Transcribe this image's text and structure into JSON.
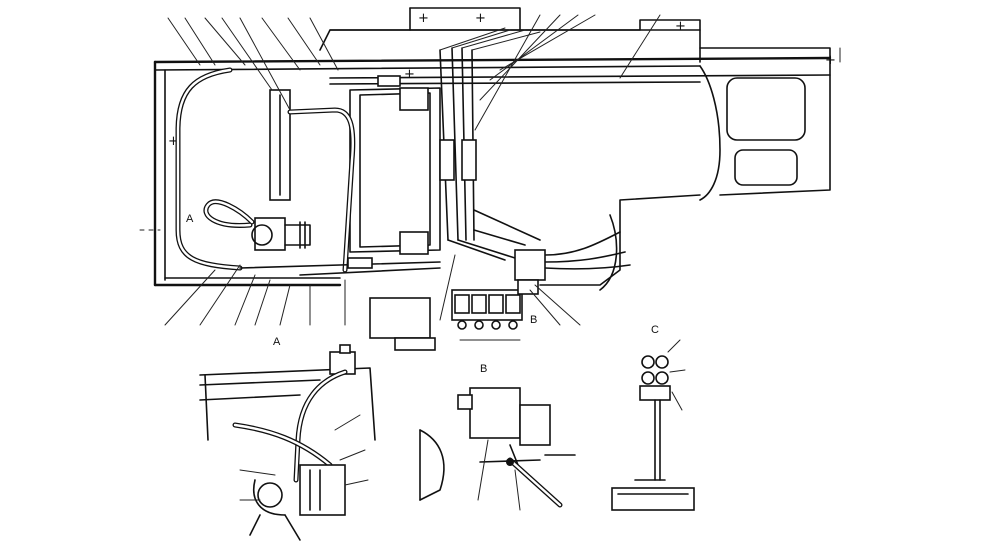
{
  "labels": {
    "detail_a_callout": "A",
    "detail_b_callout": "B",
    "detail_c_title": "C",
    "detail_a_title": "A",
    "detail_b_title": "B"
  }
}
